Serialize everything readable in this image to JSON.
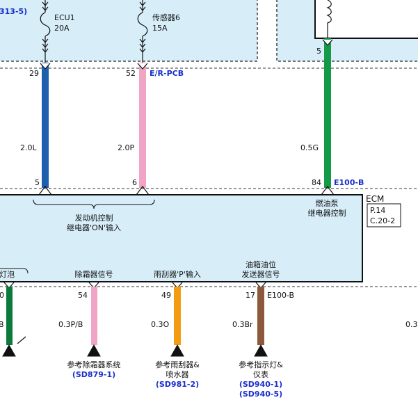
{
  "colors": {
    "panel_fill": "#d7eef9",
    "ecm_fill": "#d7eef9",
    "wire_blue": "#1e5fae",
    "wire_pink": "#f2a4c6",
    "wire_green": "#149a48",
    "wire_dark_green": "#0b7b3b",
    "wire_orange": "#f39c12",
    "wire_brown": "#8b5a3c",
    "ref_blue": "#1a2fcc"
  },
  "top_left_panel": {
    "ref_fragment": "313-5)",
    "fuse1_name": "ECU1",
    "fuse1_rating": "20A",
    "fuse2_name": "传感器6",
    "fuse2_rating": "15A"
  },
  "connectors": {
    "er_pcb": "E/R-PCB",
    "e100b_top": "E100-B",
    "e100b_bottom": "E100-B"
  },
  "top_pins": {
    "p29": "29",
    "p52": "52",
    "p5_green": "5",
    "p5_ecm": "5",
    "p6_ecm": "6",
    "p84": "84"
  },
  "wire_labels": {
    "blue": "2.0L",
    "pink": "2.0P",
    "green": "0.5G",
    "left_fragment": "B",
    "pink_bottom": "0.3P/B",
    "orange": "0.3O",
    "brown": "0.3Br",
    "right_fragment": "0.3"
  },
  "ecm": {
    "name": "ECM",
    "page": "P.14",
    "page_ref": "C.20-2",
    "input_label_line1": "发动机控制",
    "input_label_line2": "继电器'ON'输入",
    "fuel_pump_line1": "燃油泵",
    "fuel_pump_line2": "继电器控制",
    "bottom_fragment": "灯泡",
    "defrost": "除霜器信号",
    "wiper": "雨刮器'P'输入",
    "fuel_level_line1": "油箱油位",
    "fuel_level_line2": "发送器信号"
  },
  "bottom_pins": {
    "left_fragment": "0",
    "p54": "54",
    "p49": "49",
    "p17": "17"
  },
  "refs": {
    "defrost_text": "参考除霜器系统",
    "defrost_code": "(SD879-1)",
    "wiper_text_line1": "参考雨刮器&",
    "wiper_text_line2": "喷水器",
    "wiper_code": "(SD981-2)",
    "indicator_text_line1": "参考指示灯&",
    "indicator_text_line2": "仪表",
    "indicator_code1": "(SD940-1)",
    "indicator_code2": "(SD940-5)"
  }
}
